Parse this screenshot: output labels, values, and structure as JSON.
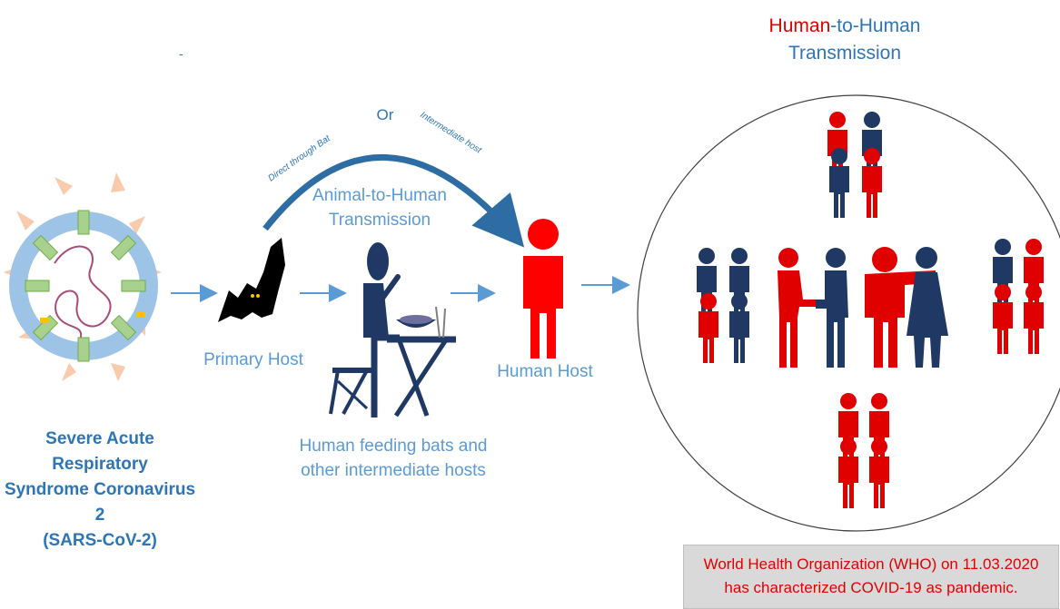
{
  "dash_mark": "-",
  "virus": {
    "name_line1": "Severe Acute Respiratory",
    "name_line2": "Syndrome Coronavirus 2",
    "name_line3": "(SARS-CoV-2)"
  },
  "primary_host": {
    "label": "Primary Host"
  },
  "arc": {
    "or_label": "Or",
    "left_label": "Direct through Bat",
    "right_label": "Intermediate host"
  },
  "animal_to_human": {
    "title_line1": "Animal-to-Human",
    "title_line2": "Transmission",
    "caption_line1": "Human feeding bats and",
    "caption_line2": "other intermediate hosts"
  },
  "human_host": {
    "label": "Human Host"
  },
  "human_to_human": {
    "title_red": "Human",
    "title_rest": "-to-Human",
    "title_line2": "Transmission"
  },
  "who_note": {
    "line1": "World Health Organization (WHO) on 11.03.2020",
    "line2": "has characterized COVID-19 as pandemic."
  },
  "colors": {
    "red": "#e00000",
    "navy": "#1f3864",
    "arrow_blue": "#5b9bd5",
    "virus_ring": "#9dc3e6",
    "spike_green": "#a9d18e",
    "peach": "#f8cbad"
  }
}
